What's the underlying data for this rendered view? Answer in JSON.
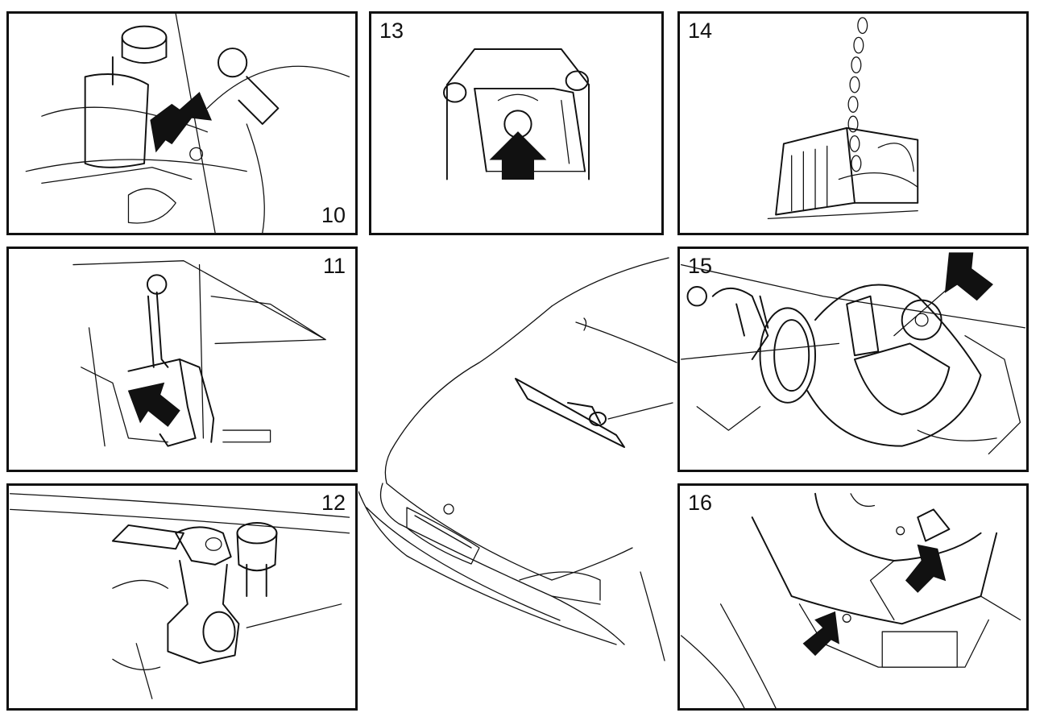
{
  "panels": {
    "p10": {
      "number": "10"
    },
    "p11": {
      "number": "11"
    },
    "p12": {
      "number": "12"
    },
    "p13": {
      "number": "13"
    },
    "p14": {
      "number": "14"
    },
    "p15": {
      "number": "15"
    },
    "p16": {
      "number": "16"
    }
  },
  "colors": {
    "line": "#111111",
    "background": "#ffffff"
  },
  "icons": [
    "arrow-pointer-icon"
  ]
}
